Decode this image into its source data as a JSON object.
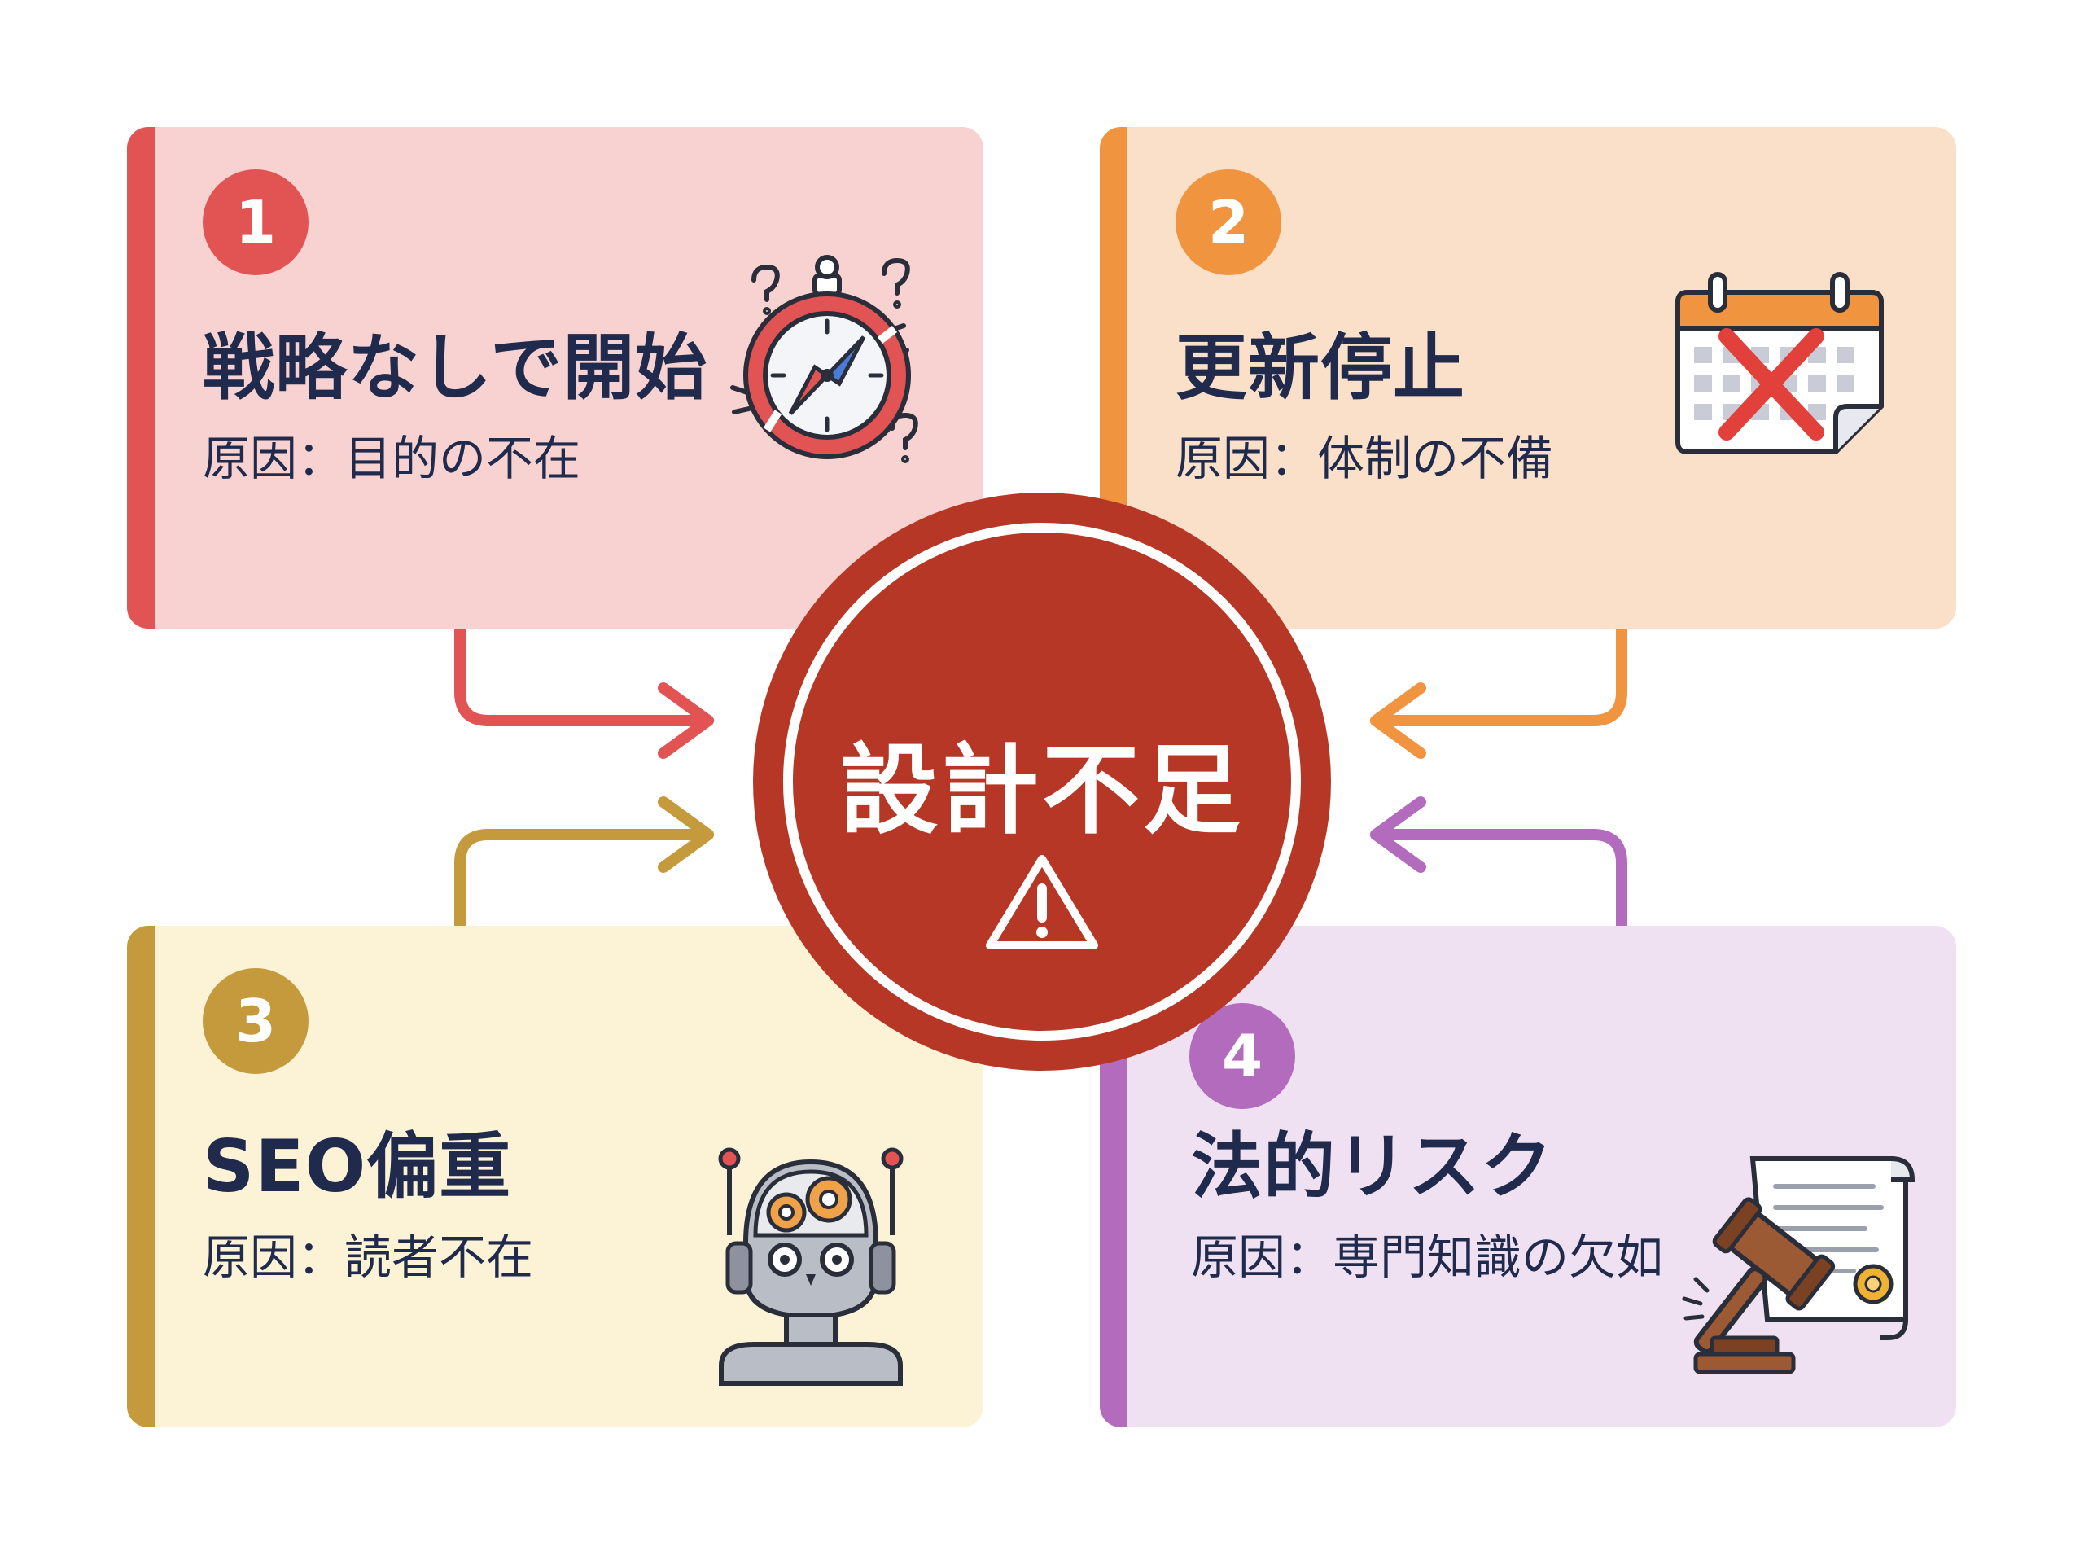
{
  "center": {
    "title": "設計不足",
    "icon": "warning-icon"
  },
  "cards": [
    {
      "number": "1",
      "title": "戦略なしで開始",
      "cause": "原因：目的の不在",
      "color": "#e25454",
      "icon": "compass-icon"
    },
    {
      "number": "2",
      "title": "更新停止",
      "cause": "原因：体制の不備",
      "color": "#f0943f",
      "icon": "calendar-cancel-icon"
    },
    {
      "number": "3",
      "title": "SEO偏重",
      "cause": "原因：読者不在",
      "color": "#c49a3c",
      "icon": "robot-icon"
    },
    {
      "number": "4",
      "title": "法的リスク",
      "cause": "原因：専門知識の欠如",
      "color": "#b26bbd",
      "icon": "gavel-document-icon"
    }
  ]
}
